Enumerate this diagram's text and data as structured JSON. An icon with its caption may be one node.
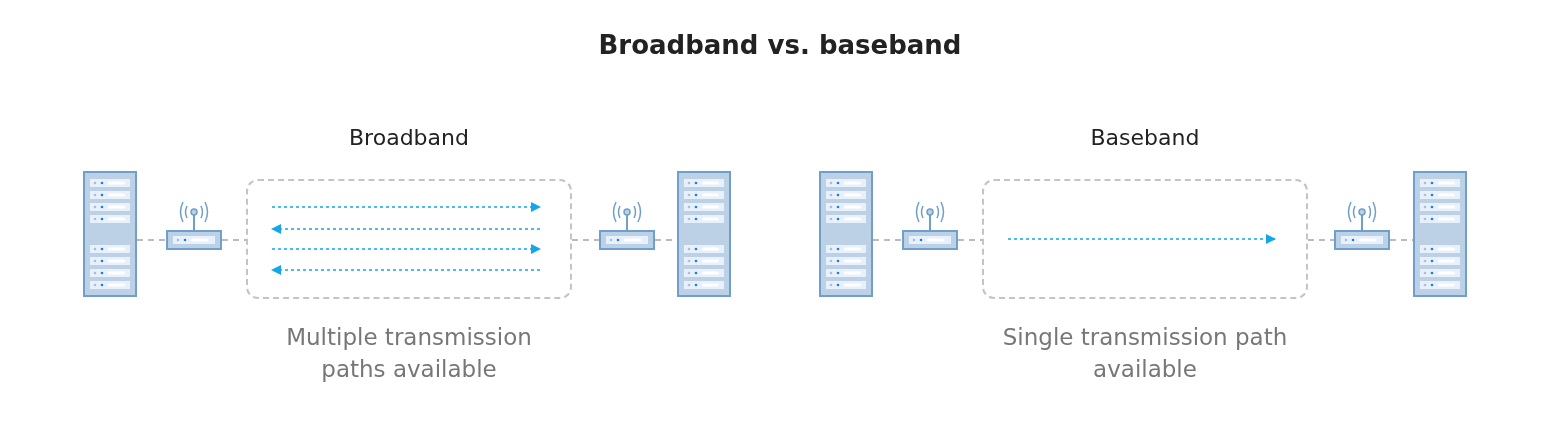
{
  "diagram": {
    "title": "Broadband vs. baseband",
    "nodes": [
      {
        "text": [],
        "shape": "server"
      },
      {
        "text": [],
        "shape": "router"
      },
      {
        "text": [
          "Broadband"
        ],
        "beside": [
          "Multiple transmission paths available"
        ]
      },
      {
        "text": [],
        "shape": "router"
      },
      {
        "text": [],
        "shape": "server"
      },
      {
        "text": [],
        "shape": "server"
      },
      {
        "text": [],
        "shape": "router"
      },
      {
        "text": [
          "Baseband"
        ],
        "beside": [
          "Single transmission path available"
        ]
      },
      {
        "text": [],
        "shape": "router"
      },
      {
        "text": [],
        "shape": "server"
      }
    ],
    "edges": [
      {
        "from": 0,
        "to": 1,
        "arrow": "none",
        "style": "dashed"
      },
      {
        "from": 1,
        "to": 2,
        "arrow": "none",
        "style": "dashed"
      },
      {
        "from": 2,
        "to": 3,
        "arrow": "none",
        "style": "dashed"
      },
      {
        "from": 3,
        "to": 4,
        "arrow": "none",
        "style": "dashed"
      },
      {
        "from": 5,
        "to": 6,
        "arrow": "none",
        "style": "dashed"
      },
      {
        "from": 6,
        "to": 7,
        "arrow": "none",
        "style": "dashed"
      },
      {
        "from": 7,
        "to": 8,
        "arrow": "none",
        "style": "dashed"
      },
      {
        "from": 8,
        "to": 9,
        "arrow": "none",
        "style": "dashed"
      }
    ]
  }
}
